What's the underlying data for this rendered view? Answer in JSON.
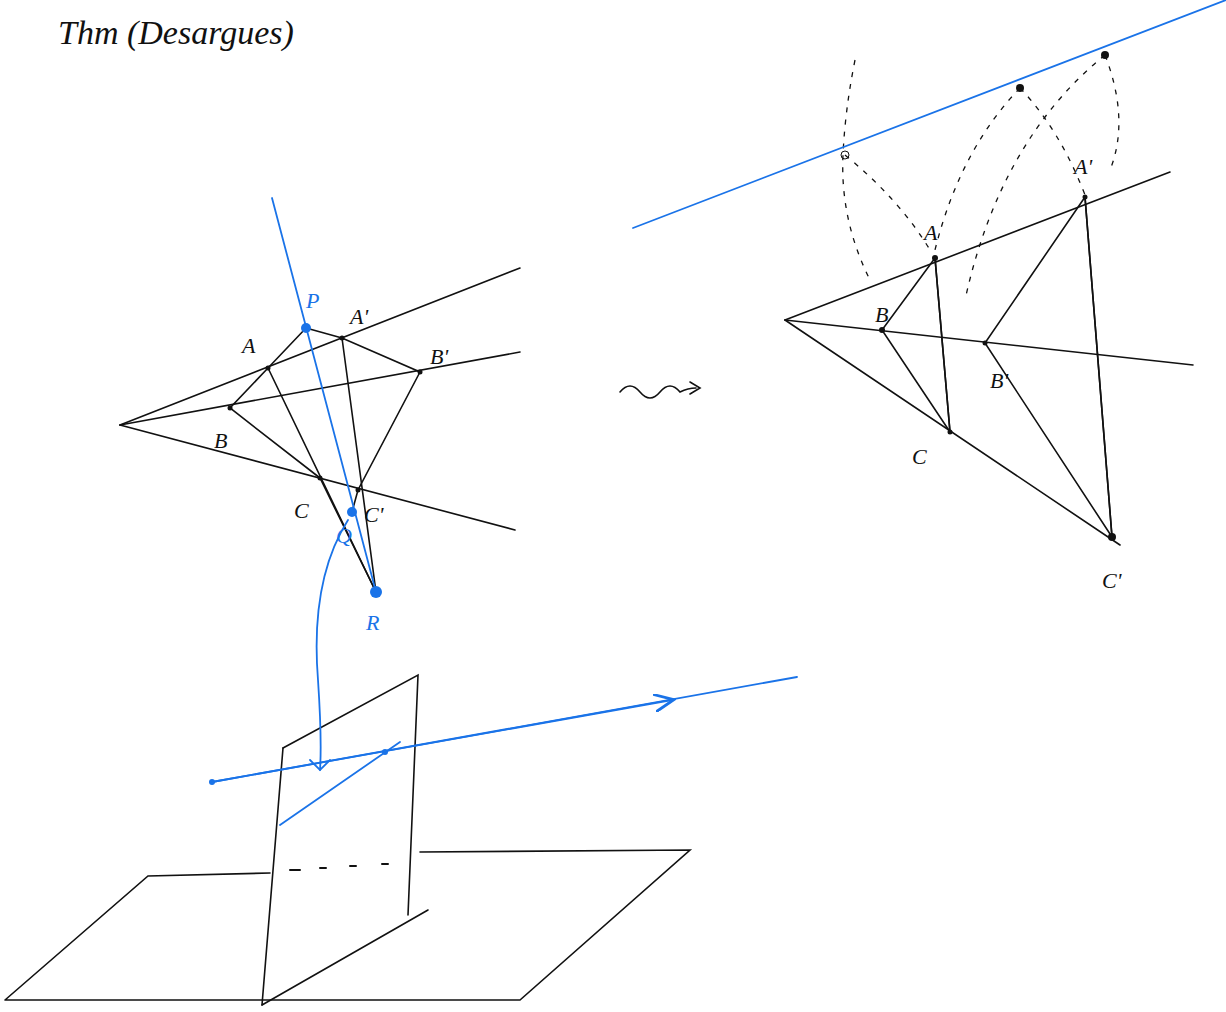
{
  "diagram": {
    "title": "Thm (Desargues)",
    "labels": [
      "A",
      "A'",
      "B'",
      "B",
      "C",
      "C'",
      "P",
      "Q",
      "R",
      "A",
      "A'",
      "B",
      "B'",
      "C",
      "C'"
    ]
  }
}
